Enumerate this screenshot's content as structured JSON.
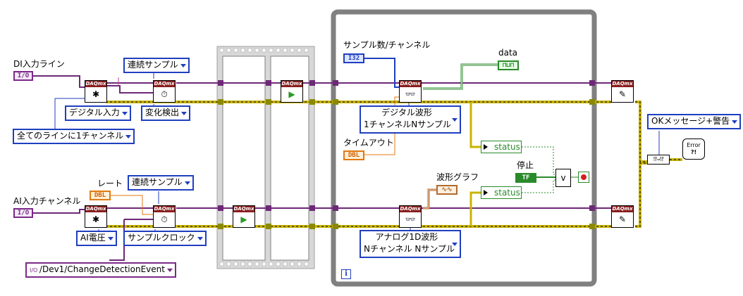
{
  "labels": {
    "di_lines": "DI入力ライン",
    "ai_channels": "AI入力チャンネル",
    "rate": "レート",
    "samples_per_channel": "サンプル数/チャンネル",
    "timeout": "タイムアウト",
    "data": "data",
    "waveform_graph": "波形グラフ",
    "stop": "停止"
  },
  "constants": {
    "di_sample_mode": "連続サンプル",
    "ai_sample_mode": "連続サンプル",
    "di_type": "デジタル入力",
    "change_detect": "変化検出",
    "line_grouping": "全てのラインに1チャンネル",
    "ai_type": "AI電圧",
    "sample_clock": "サンプルクロック",
    "clock_source": "/Dev1/ChangeDetectionEvent",
    "digital_read_line1": "デジタル波形",
    "digital_read_line2": "1チャンネルNサンプル",
    "analog_read_line1": "アナログ1D波形",
    "analog_read_line2": "Nチャンネル Nサンプル",
    "error_option": "OKメッセージ+警告"
  },
  "terminals": {
    "io_di": "I/O",
    "io_ai": "I/O",
    "io_const": "I/O",
    "dbl_rate": "DBL",
    "dbl_timeout": "DBL",
    "i32_samples": "I32",
    "tf_stop": "TF"
  },
  "status": {
    "s1": "status",
    "s2": "status"
  },
  "nodes": {
    "daqmx": "DAQmx",
    "error": "Error",
    "or": "v"
  },
  "loop": {
    "iteration": "i"
  },
  "colors": {
    "error_wire": "#c8b400",
    "task_wire": "#6e2878",
    "numeric_wire_int": "#1f3fbf",
    "numeric_wire_dbl": "#e07a10",
    "boolean_wire": "#2a8a2a",
    "waveform_wire": "#b06a30",
    "loop_border": "#808080"
  }
}
